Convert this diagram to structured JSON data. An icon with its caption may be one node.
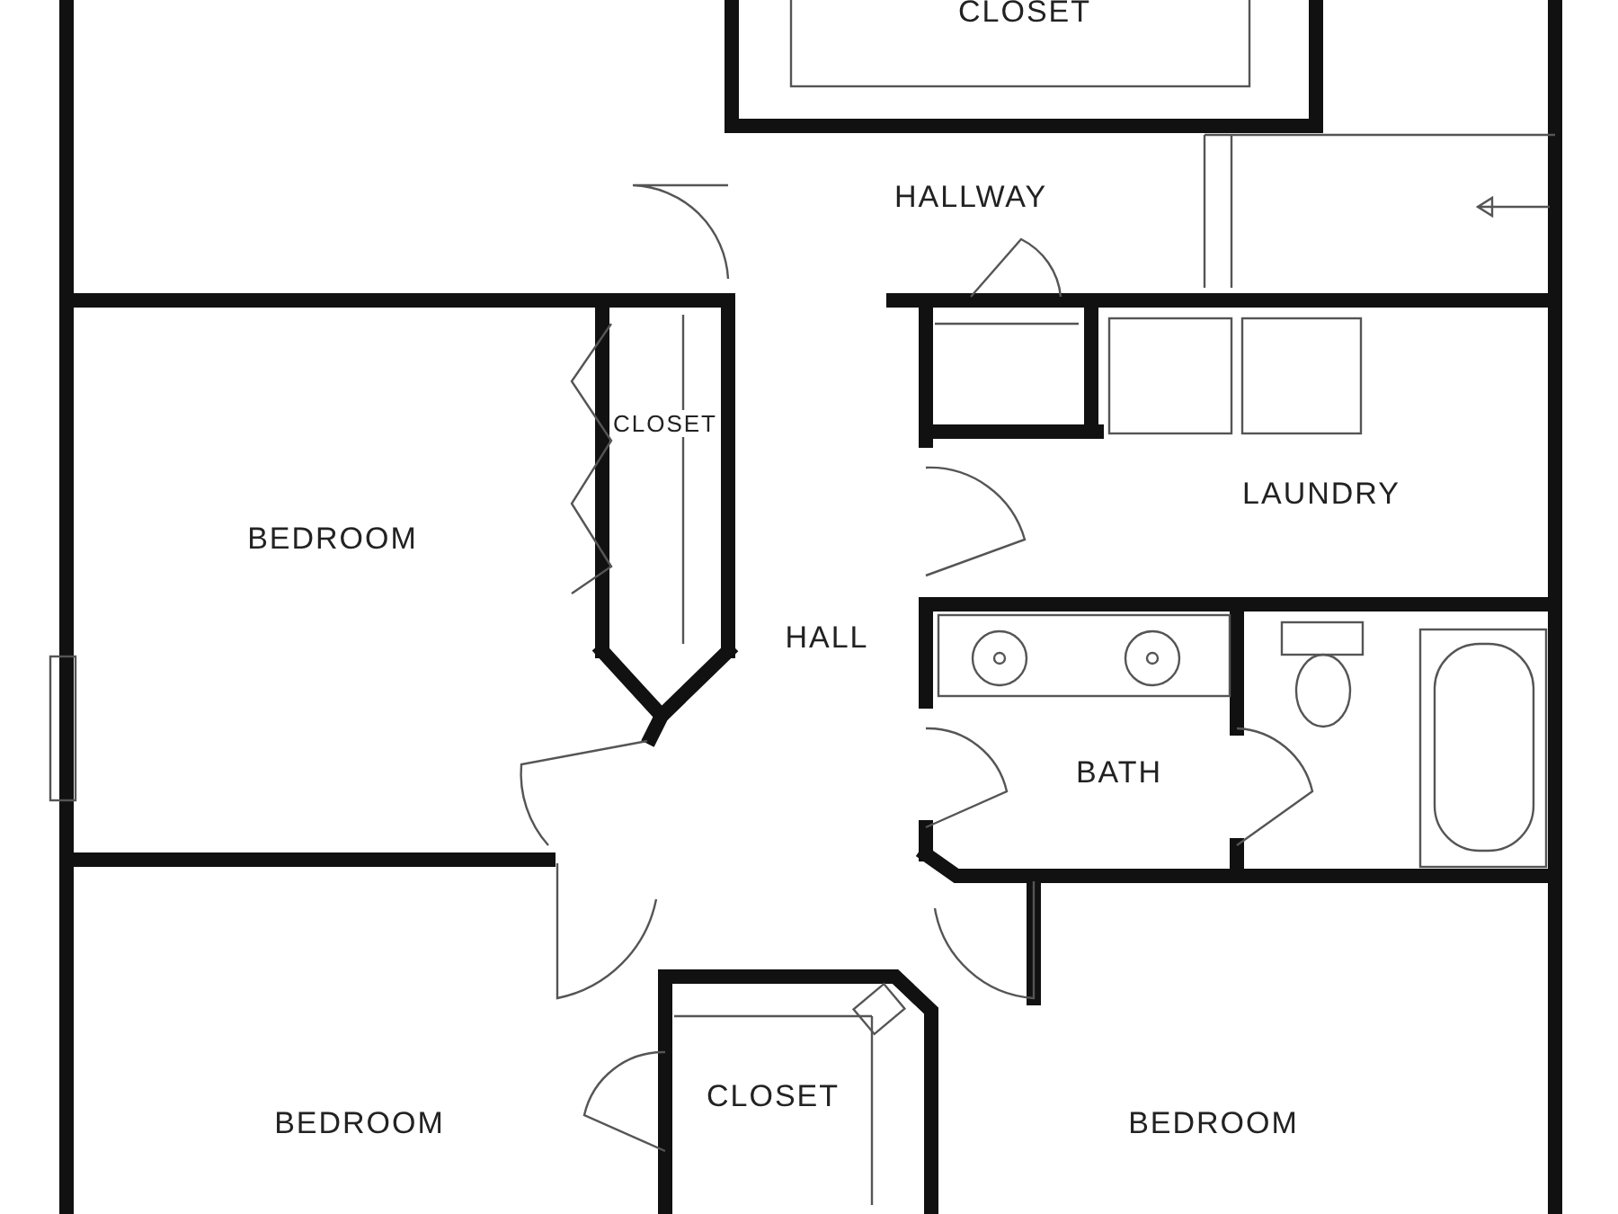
{
  "diagram": {
    "nodes": [
      {
        "text": [
          "CLOSET"
        ]
      },
      {
        "text": [
          "HALLWAY"
        ]
      },
      {
        "text": [
          "CLOSET"
        ]
      },
      {
        "text": [
          "BEDROOM"
        ]
      },
      {
        "text": [
          "HALL"
        ]
      },
      {
        "text": [
          "LAUNDRY"
        ]
      },
      {
        "text": [
          "BATH"
        ]
      },
      {
        "text": [
          "BEDROOM"
        ]
      },
      {
        "text": [
          "CLOSET"
        ]
      },
      {
        "text": [
          "BEDROOM"
        ]
      }
    ],
    "edges": []
  }
}
